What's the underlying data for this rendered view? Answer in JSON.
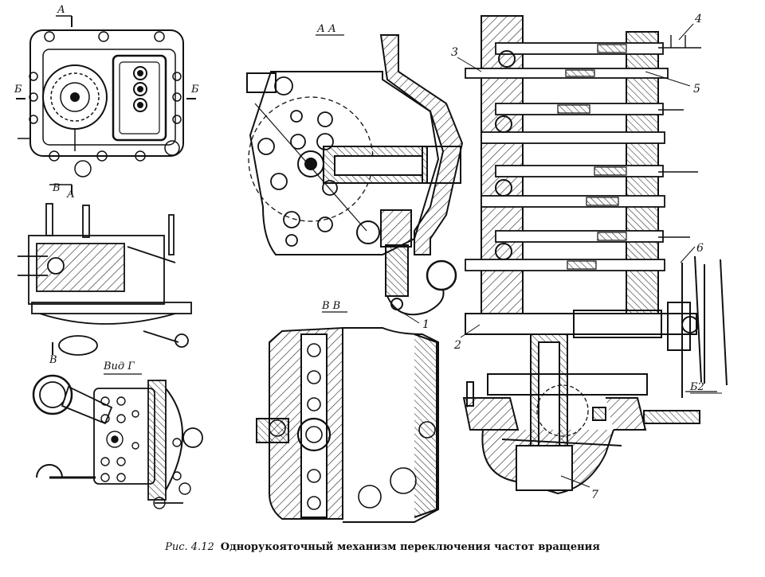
{
  "labels": {
    "top_left_a": "А",
    "top_left_b_left": "Б",
    "top_left_b_right": "Б",
    "mid_left_v": "В",
    "mid_left_a": "А",
    "mid_left_v_bottom": "В",
    "vid_g": "Вид Г",
    "section_aa": "А А",
    "section_vv": "В В"
  },
  "callouts": {
    "n1": "1",
    "n2": "2",
    "n3": "3",
    "n4": "4",
    "n5": "5",
    "n6": "6",
    "n7": "7",
    "b2": "Б2"
  },
  "caption": {
    "figure": "Рис. 4.12",
    "text": "Однорукояточный механизм переключения частот вращения"
  }
}
